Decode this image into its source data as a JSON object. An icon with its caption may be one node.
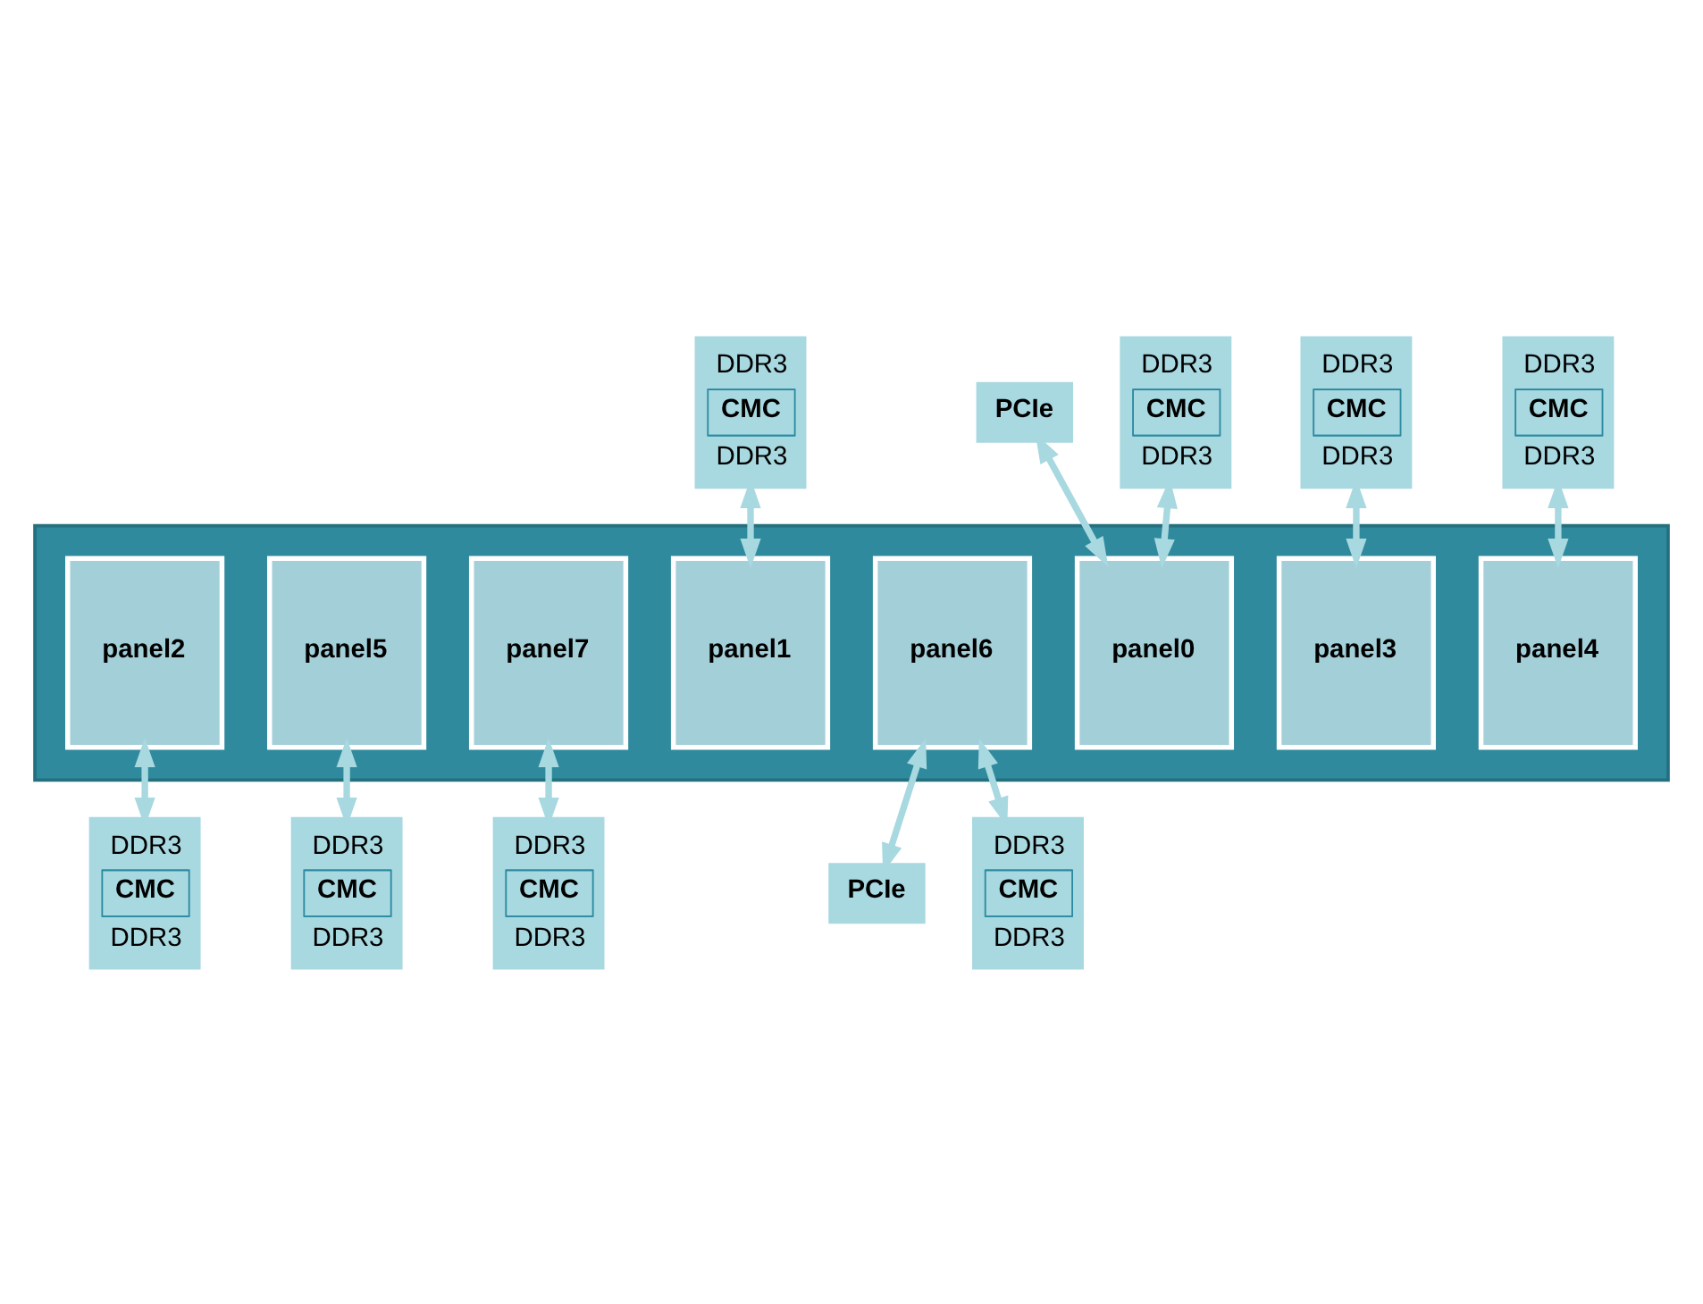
{
  "diagram": {
    "nodes": [
      {
        "text": [
          "PCIe"
        ]
      },
      {
        "text": [
          "DDR3",
          "CMC",
          "DDR3"
        ]
      },
      {
        "text": [
          "DDR3",
          "CMC",
          "DDR3"
        ]
      },
      {
        "text": [],
        "shape": "box"
      },
      {
        "text": [
          "DDR3",
          "CMC",
          "DDR3"
        ]
      },
      {
        "text": [
          "panel0"
        ],
        "in": 3
      },
      {
        "text": [
          "panel1"
        ],
        "in": 3
      },
      {
        "text": [
          "panel3"
        ],
        "in": 3
      },
      {
        "text": [
          "panel2"
        ],
        "in": 3
      },
      {
        "text": [
          "DDR3",
          "CMC",
          "DDR3"
        ]
      },
      {
        "text": [
          "DDR3",
          "CMC",
          "DDR3"
        ]
      },
      {
        "text": [
          "panel4"
        ],
        "in": 3
      },
      {
        "text": [
          "panel5"
        ],
        "in": 3
      },
      {
        "text": [
          "panel7"
        ],
        "in": 3
      },
      {
        "text": [
          "panel6"
        ],
        "in": 3
      },
      {
        "text": [
          "DDR3",
          "CMC",
          "DDR3"
        ]
      },
      {
        "text": [
          "DDR3",
          "CMC",
          "DDR3"
        ]
      },
      {
        "text": [
          "DDR3",
          "CMC",
          "DDR3"
        ]
      },
      {
        "text": [
          "PCIe"
        ]
      }
    ],
    "edges": [
      {
        "from": 0,
        "to": 5,
        "arrow": "both"
      },
      {
        "from": 1,
        "to": 6,
        "arrow": "both"
      },
      {
        "from": 2,
        "to": 7,
        "arrow": "both"
      },
      {
        "from": 4,
        "to": 5,
        "arrow": "both"
      },
      {
        "from": 8,
        "to": 9,
        "arrow": "both"
      },
      {
        "from": 10,
        "to": 11,
        "arrow": "both"
      },
      {
        "from": 14,
        "to": 15,
        "arrow": "both"
      },
      {
        "from": 12,
        "to": 16,
        "arrow": "both"
      },
      {
        "from": 13,
        "to": 17,
        "arrow": "both"
      },
      {
        "from": 14,
        "to": 18,
        "arrow": "both"
      }
    ]
  }
}
